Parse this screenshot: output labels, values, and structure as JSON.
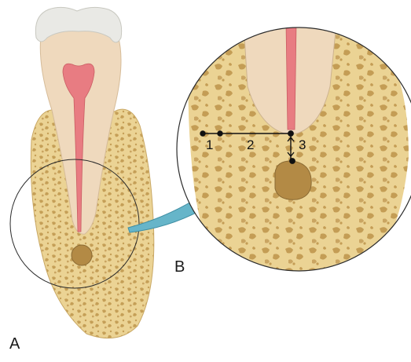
{
  "figure": {
    "panel_a_label": "A",
    "panel_b_label": "B",
    "measurements": [
      "1",
      "2",
      "3"
    ]
  },
  "colors": {
    "bone": "#ebd394",
    "bone_edge": "#c9a865",
    "trabecular_spots": "#c59f57",
    "dentin": "#efd9bd",
    "enamel": "#e9e9e5",
    "pulp": "#e87c82",
    "lesion": "#b38a45",
    "arrow": "#66b5c9",
    "outline": "#2b2b2b"
  },
  "icons": [
    "tooth-icon",
    "magnifier-circle",
    "zoom-arrow"
  ]
}
